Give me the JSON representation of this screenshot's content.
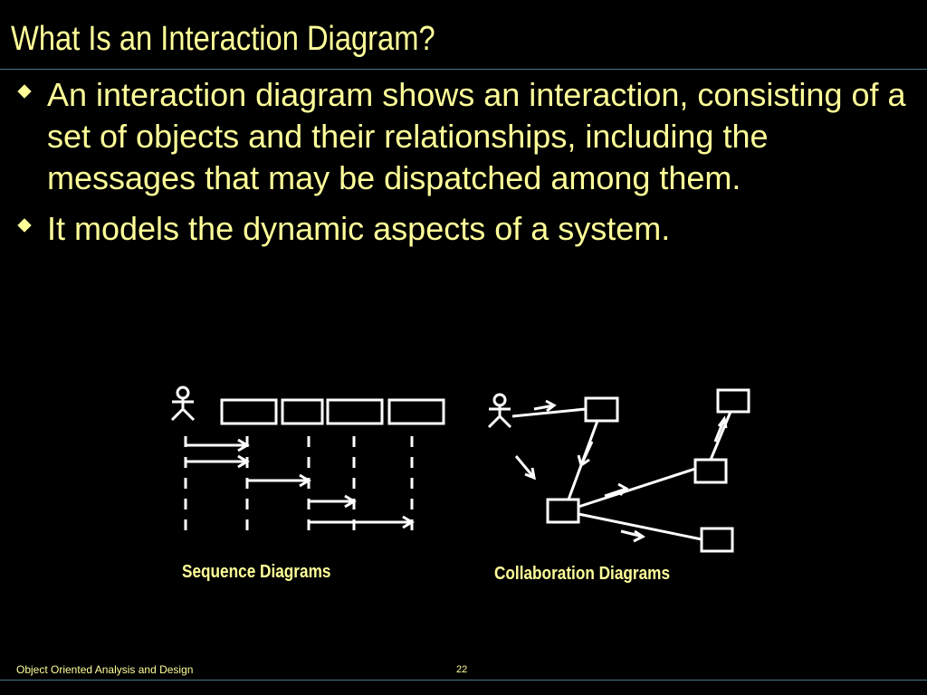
{
  "slide": {
    "title": "What Is an Interaction Diagram?",
    "bullets": [
      "An interaction diagram shows an interaction, consisting of a set of objects and their relationships, including the messages that may be dispatched among them.",
      "It models the dynamic aspects of a system."
    ]
  },
  "diagram": {
    "sequence_caption": "Sequence Diagrams",
    "collaboration_caption": "Collaboration Diagrams",
    "stroke_color": "#ffffff"
  },
  "footer": {
    "course": "Object Oriented Analysis and Design",
    "page_number": "22"
  },
  "colors": {
    "background": "#000000",
    "text": "#ffff99",
    "rule": "#4a7a86"
  }
}
